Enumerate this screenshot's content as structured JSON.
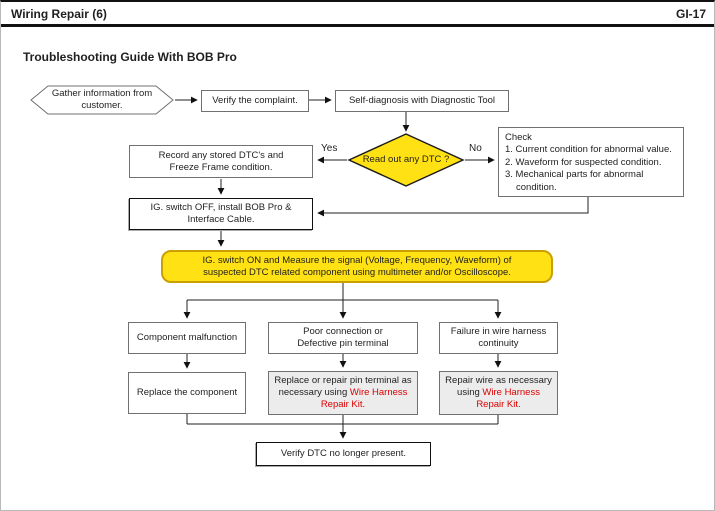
{
  "header": {
    "title": "Wiring Repair (6)",
    "page_number": "GI-17"
  },
  "diagram": {
    "title": "Troubleshooting Guide With BOB Pro",
    "nodes": {
      "gather": "Gather information from\ncustomer.",
      "verify_complaint": "Verify the complaint.",
      "self_diagnosis": "Self-diagnosis with Diagnostic Tool",
      "read_dtc": "Read out any DTC ?",
      "yes_label": "Yes",
      "no_label": "No",
      "record_dtc": "Record any stored DTC's and\nFreeze Frame condition.",
      "check_title": "Check",
      "check_items": [
        "1. Current condition for abnormal value.",
        "2. Waveform for suspected condition.",
        "3. Mechanical parts for abnormal condition."
      ],
      "ig_off": "IG. switch OFF, install BOB Pro &\nInterface Cable.",
      "ig_on": "IG. switch ON and Measure the signal (Voltage, Frequency, Waveform) of\nsuspected DTC related component using multimeter and/or Oscilloscope.",
      "component_malfunction": "Component malfunction",
      "poor_connection": "Poor connection or\nDefective pin terminal",
      "failure_harness": "Failure in wire harness\ncontinuity",
      "replace_component": "Replace the component",
      "replace_pin_prefix": "Replace or repair pin terminal as necessary using ",
      "repair_wire_prefix": "Repair wire as necessary using ",
      "repair_kit": "Wire Harness Repair Kit.",
      "verify_dtc": "Verify DTC no longer present."
    },
    "colors": {
      "highlight_yellow": "#ffe114",
      "highlight_border": "#c9a000",
      "kit_red": "#dd0000",
      "gray_fill": "#ececec",
      "line_black": "#111111"
    }
  }
}
